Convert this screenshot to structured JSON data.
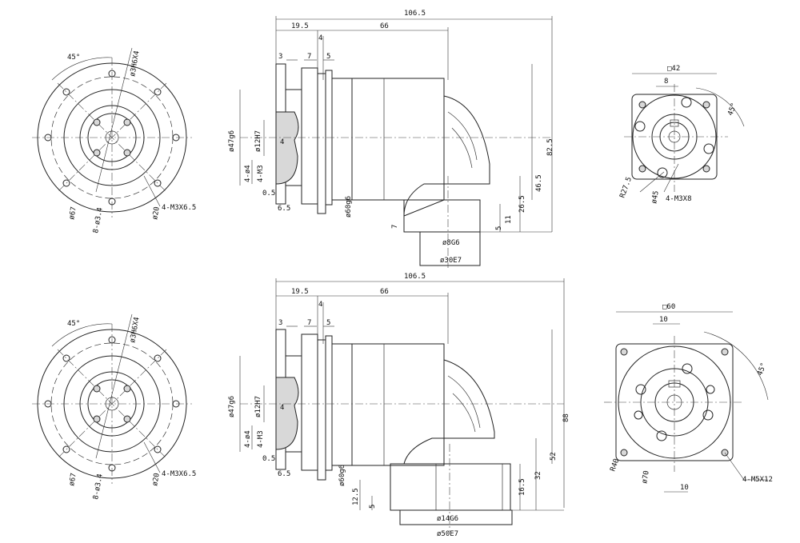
{
  "drawing_top": {
    "flange_view": {
      "angle": "45°",
      "bolt_circle_holes": "ø3H6X4",
      "outer_dia": "ø67",
      "hole_pattern": "8-ø3.4",
      "pitch_dia": "ø20",
      "threads": "4-M3X6.5"
    },
    "side_view": {
      "overall": "106.5",
      "seg_a": "19.5",
      "seg_b": "66",
      "seg_c": "4",
      "seg_d": "3",
      "seg_e": "7",
      "seg_f": "5",
      "pilot": "ø47g6",
      "bore": "ø12H7",
      "key": "4",
      "threads_a": "4-ø4",
      "threads_b": "4-M3",
      "gap": "0.5",
      "offset": "6.5",
      "body_dia": "ø60g6",
      "shaft_dia": "ø8G6",
      "boss_dia": "ø30E7",
      "h1": "82.5",
      "h2": "46.5",
      "h3": "26.5",
      "h4": "11",
      "h5": "5",
      "h6": "7"
    },
    "output_view": {
      "square": "□42",
      "key_width": "8",
      "angle": "45°",
      "radius": "R27.5",
      "pcd": "ø45",
      "threads": "4-M3X8"
    }
  },
  "drawing_bottom": {
    "flange_view": {
      "angle": "45°",
      "bolt_circle_holes": "ø3H6X4",
      "outer_dia": "ø67",
      "hole_pattern": "8-ø3.4",
      "pitch_dia": "ø20",
      "threads": "4-M3X6.5"
    },
    "side_view": {
      "overall": "106.5",
      "seg_a": "19.5",
      "seg_b": "66",
      "seg_c": "4",
      "seg_d": "3",
      "seg_e": "7",
      "seg_f": "5",
      "pilot": "ø47g6",
      "bore": "ø12H7",
      "key": "4",
      "threads_a": "4-ø4",
      "threads_b": "4-M3",
      "gap": "0.5",
      "offset": "6.5",
      "body_dia": "ø60g6",
      "shaft_dia": "ø14G6",
      "boss_dia": "ø50E7",
      "h1": "88",
      "h2": "52",
      "h3": "32",
      "h4": "16.5",
      "h5": "12.5",
      "h6": "5"
    },
    "output_view": {
      "square": "□60",
      "key_width": "10",
      "key_width_b": "10",
      "angle": "45°",
      "radius": "R40",
      "pcd": "ø70",
      "threads": "4-M5X12"
    }
  }
}
